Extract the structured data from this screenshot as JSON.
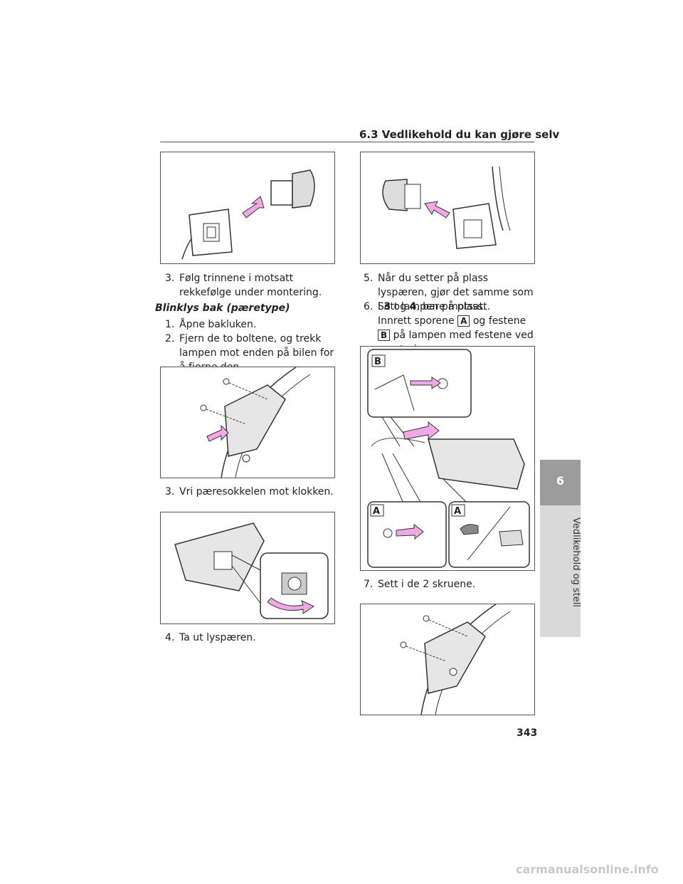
{
  "header": {
    "section": "6.3 Vedlikehold du kan gjøre selv"
  },
  "left": {
    "step3": {
      "num": "3.",
      "text": "Følg trinnene i motsatt rekkefølge under montering."
    },
    "subhead": "Blinklys bak (pæretype)",
    "step1": {
      "num": "1.",
      "text": "Åpne bakluken."
    },
    "step2": {
      "num": "2.",
      "text": "Fjern de to boltene, og trekk lampen mot enden på bilen for å fjerne den."
    },
    "step3b": {
      "num": "3.",
      "text": "Vri pæresokkelen mot klokken."
    },
    "step4": {
      "num": "4.",
      "text": "Ta ut lyspæren."
    }
  },
  "right": {
    "step5": {
      "num": "5.",
      "text_a": "Når du setter på plass lyspæren, gjør det samme som i ",
      "ref1": "3",
      "mid": " og ",
      "ref2": "4",
      "text_b": ", bare motsatt."
    },
    "step6": {
      "num": "6.",
      "text": "Sett lampen på plass."
    },
    "step6_detail": {
      "a": "Innrett sporene ",
      "label_a": "A",
      "b": " og festene ",
      "label_b": "B",
      "c": " på lampen med festene ved montering."
    },
    "fig_labels": {
      "b": "B",
      "a1": "A",
      "a2": "A"
    },
    "step7": {
      "num": "7.",
      "text": "Sett i de 2 skruene."
    }
  },
  "sidebar": {
    "chapter_num": "6",
    "chapter_title": "Vedlikehold og stell"
  },
  "page_number": "343",
  "watermark": "carmanualsonline.info",
  "colors": {
    "arrow": "#f0a9e6",
    "rule": "#555555",
    "tab_dark": "#9c9c9c",
    "tab_light": "#d9d9d9"
  }
}
